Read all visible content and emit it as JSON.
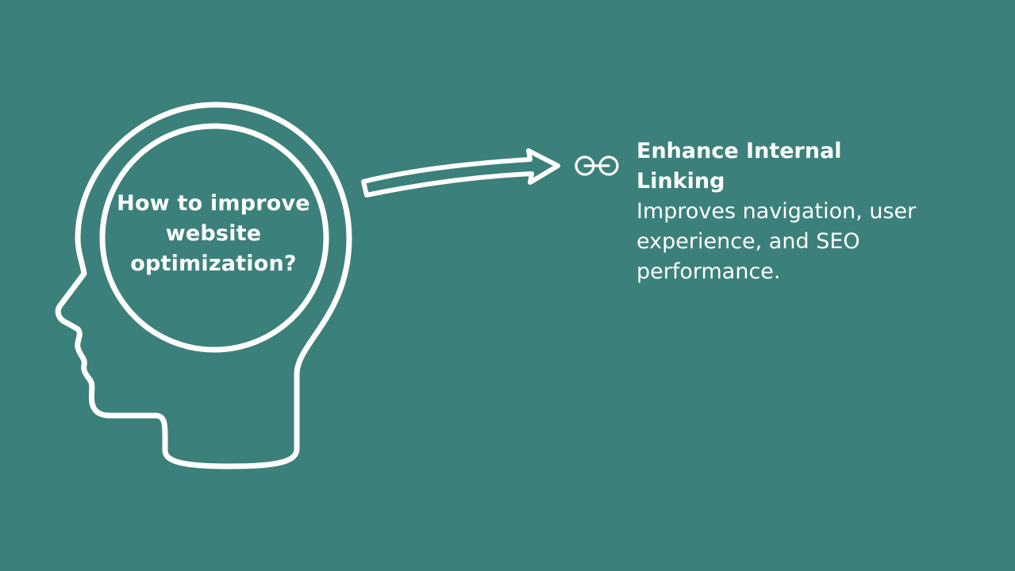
{
  "diagram": {
    "question": "How to improve website optimization?",
    "item": {
      "icon": "link-icon",
      "title": "Enhance Internal Linking",
      "description": "Improves navigation, user experience, and SEO performance."
    }
  },
  "colors": {
    "background": "#3b807b",
    "foreground": "#ffffff"
  }
}
